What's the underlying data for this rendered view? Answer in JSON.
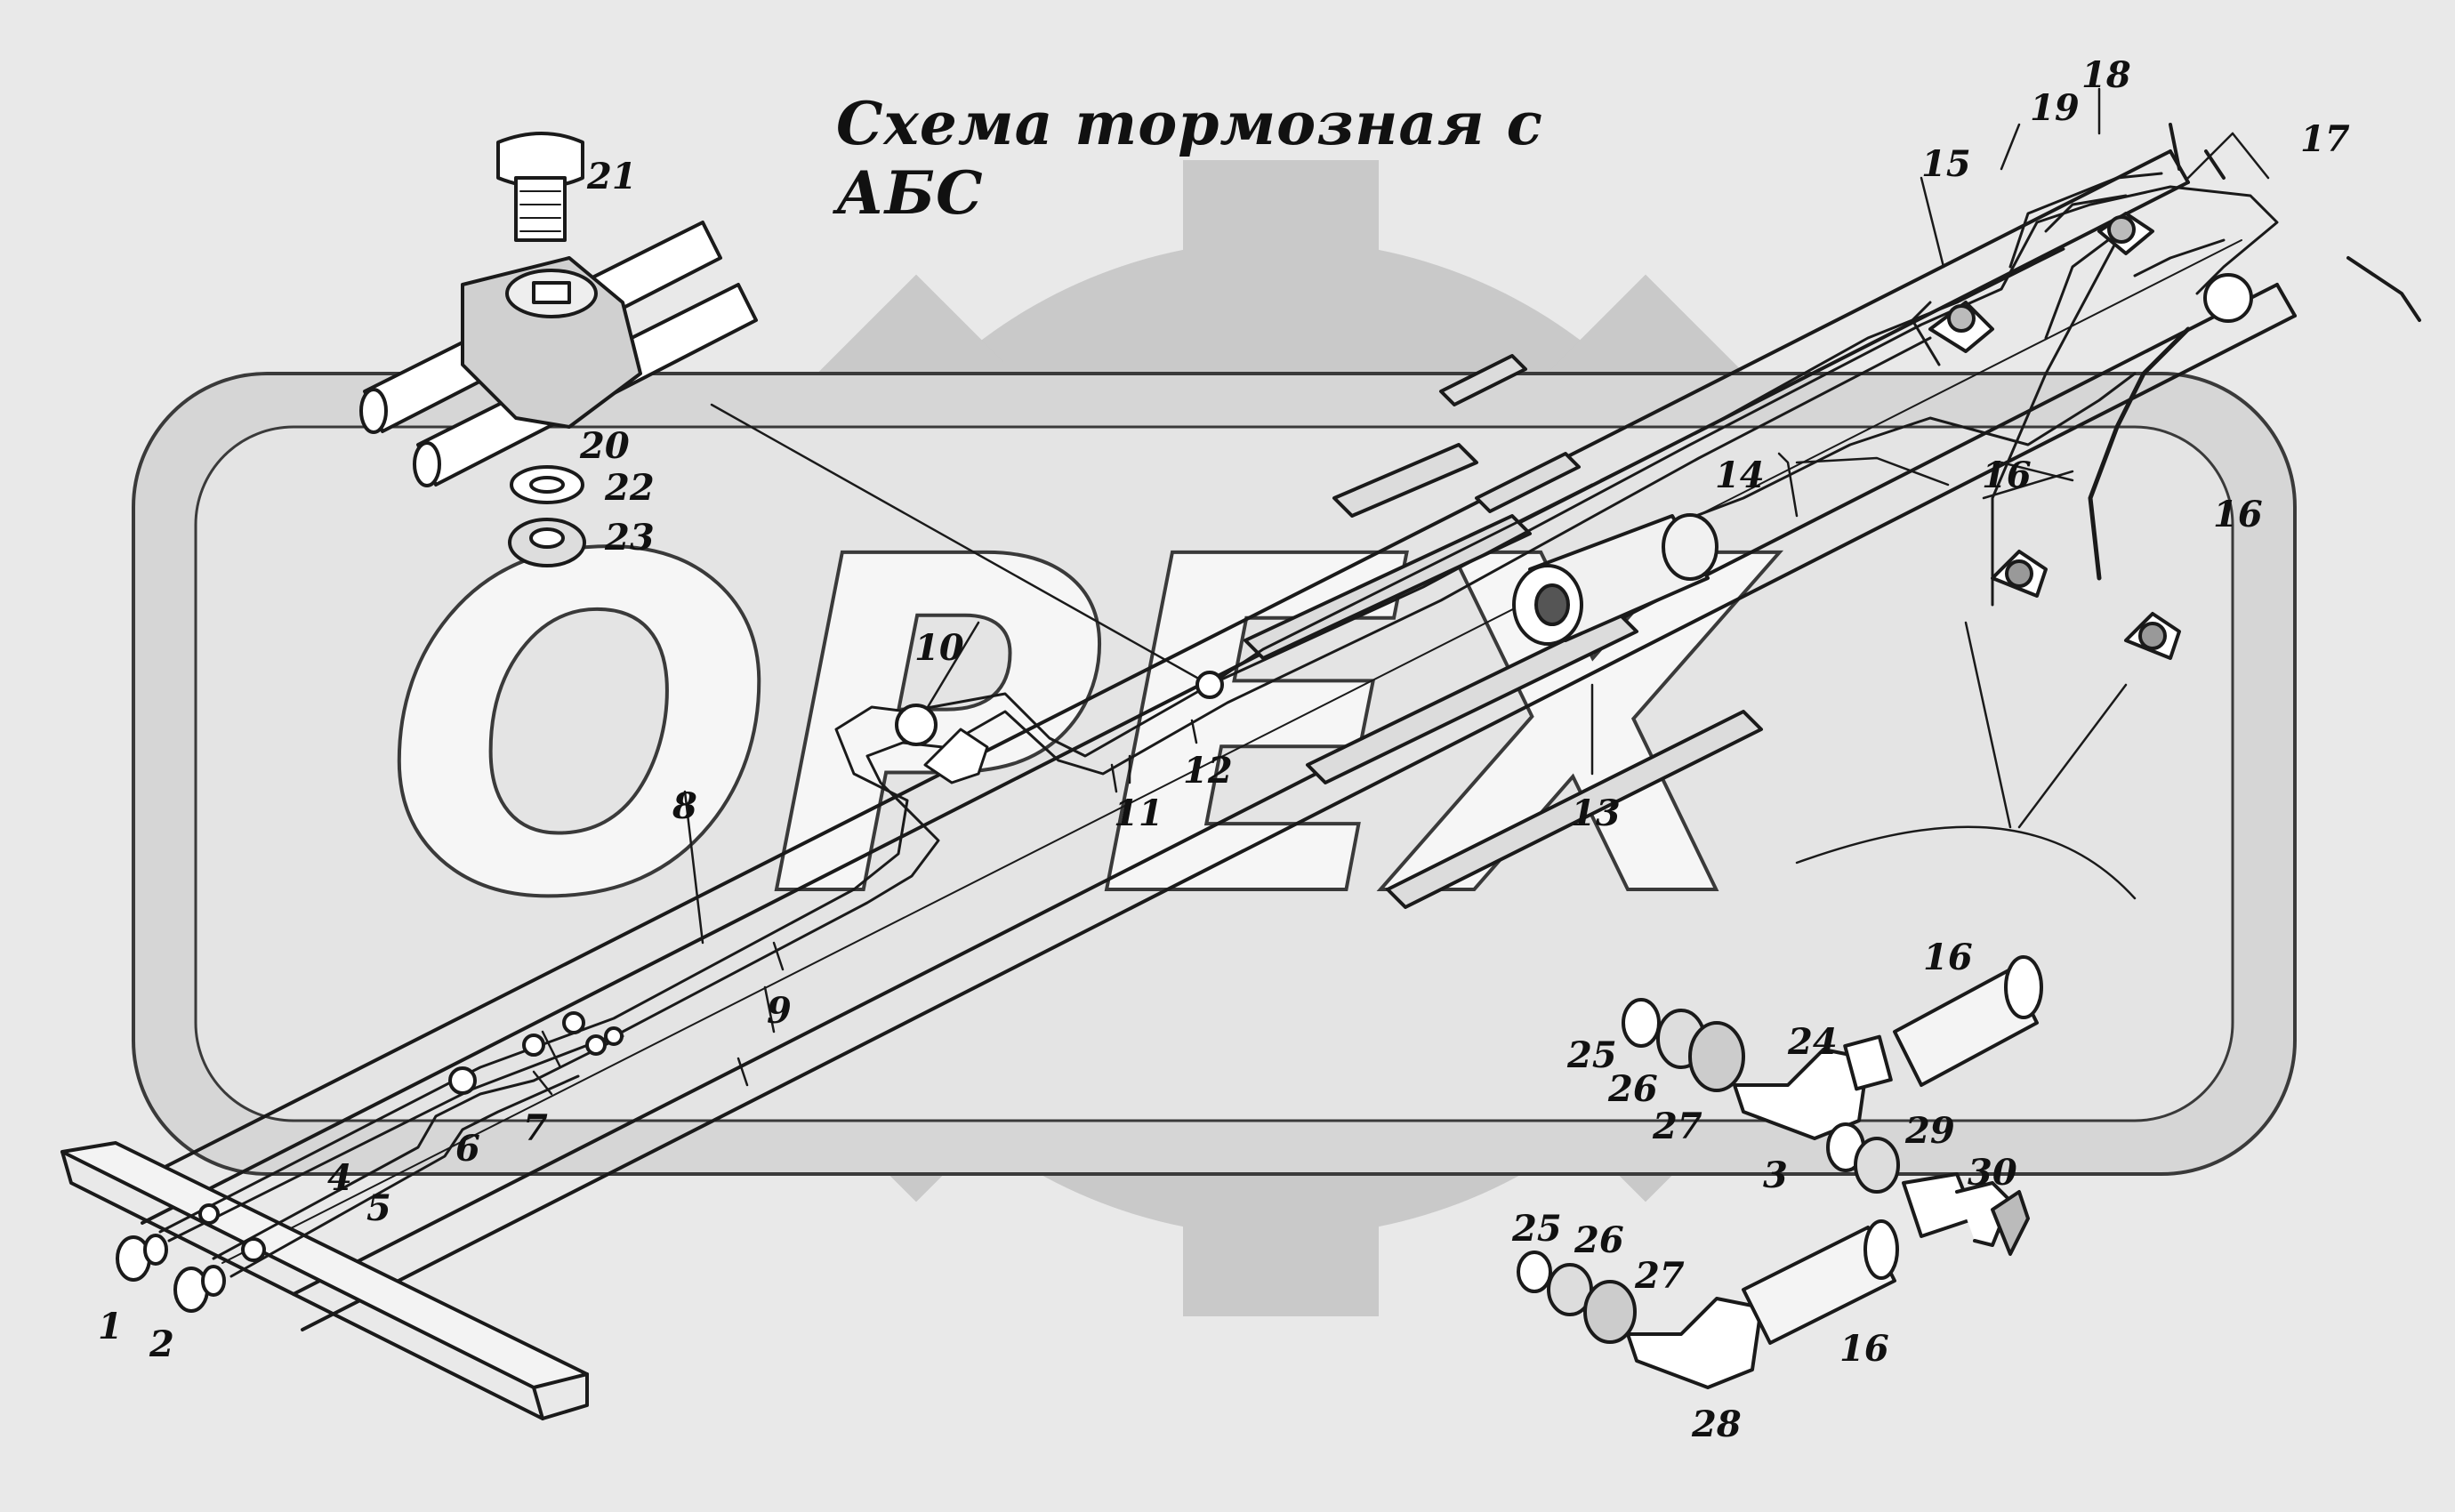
{
  "title": "Схема  тормозная с АБС",
  "watermark": "OPEX",
  "colors": {
    "background": "#e9e9e9",
    "watermark_gear": "#c9c9c9",
    "line": "#1a1a1a"
  },
  "callouts": [
    "1",
    "2",
    "3",
    "4",
    "5",
    "6",
    "7",
    "8",
    "9",
    "10",
    "11",
    "12",
    "13",
    "14",
    "15",
    "16",
    "16",
    "16",
    "16",
    "17",
    "18",
    "19",
    "20",
    "21",
    "22",
    "23",
    "24",
    "25",
    "25",
    "26",
    "26",
    "27",
    "27",
    "28",
    "29",
    "30"
  ]
}
